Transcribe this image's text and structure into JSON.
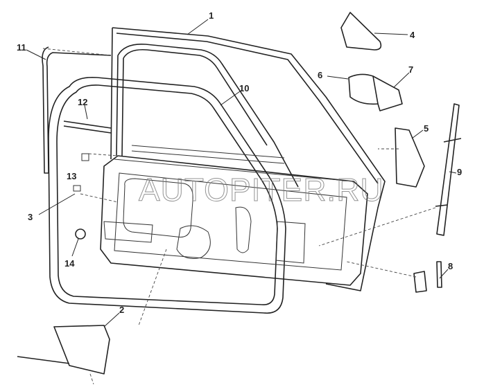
{
  "watermark": "AUTOPITER.RU",
  "callouts": [
    "1",
    "2",
    "3",
    "4",
    "5",
    "6",
    "7",
    "8",
    "9",
    "10",
    "11",
    "12",
    "13",
    "14"
  ],
  "colors": {
    "line": "#222222",
    "background": "#ffffff"
  }
}
